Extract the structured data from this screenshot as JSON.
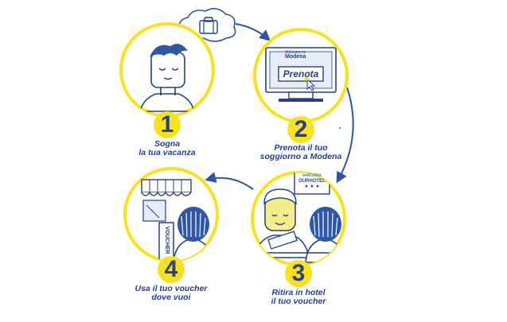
{
  "steps": [
    {
      "number": "1",
      "line1": "Sogna",
      "line2": "la tua vacanza"
    },
    {
      "number": "2",
      "line1": "Prenota il tuo",
      "line2": "soggiorno a Modena"
    },
    {
      "number": "3",
      "line1": "Ritira in hotel",
      "line2": "il tuo voucher"
    },
    {
      "number": "4",
      "line1": "Usa il tuo voucher",
      "line2": "dove vuoi"
    }
  ],
  "screen": {
    "brand_top": "Welcome to",
    "brand_name": "Modena",
    "button_label": "Prenota"
  },
  "hotel_sign": {
    "line1": "welcome",
    "line2": "OURHOTEL",
    "stars": "★ ★ ★"
  },
  "voucher_label": "VOUCHER",
  "colors": {
    "ring_yellow": "#f9e21a",
    "navy": "#24408e",
    "arrow_blue": "#2d55a6",
    "skin": "#f3ee88",
    "hair": "#2f57a8"
  }
}
